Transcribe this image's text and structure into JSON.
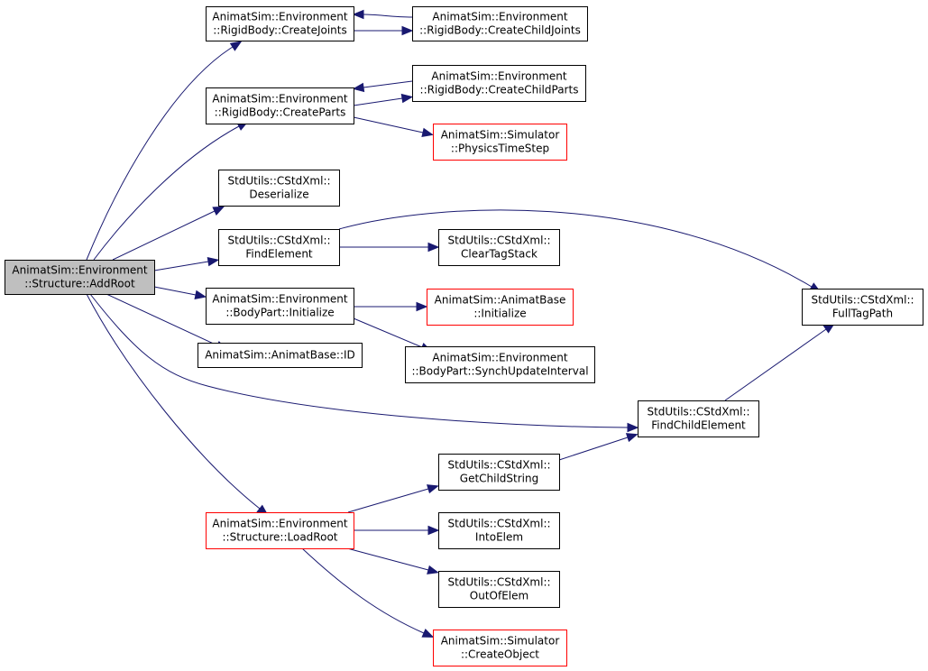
{
  "colors": {
    "edge": "#191970",
    "root_fill": "#bfbfbf",
    "default_border": "#000000",
    "truncated_border": "#ff0000",
    "node_fill": "#ffffff"
  },
  "nodes": [
    {
      "id": "addroot",
      "lines": [
        "AnimatSim::Environment",
        "::Structure::AddRoot"
      ],
      "style": "root"
    },
    {
      "id": "createjoints",
      "lines": [
        "AnimatSim::Environment",
        "::RigidBody::CreateJoints"
      ],
      "style": "normal"
    },
    {
      "id": "createchildjoints",
      "lines": [
        "AnimatSim::Environment",
        "::RigidBody::CreateChildJoints"
      ],
      "style": "normal"
    },
    {
      "id": "createparts",
      "lines": [
        "AnimatSim::Environment",
        "::RigidBody::CreateParts"
      ],
      "style": "normal"
    },
    {
      "id": "createchildparts",
      "lines": [
        "AnimatSim::Environment",
        "::RigidBody::CreateChildParts"
      ],
      "style": "normal"
    },
    {
      "id": "physicstimestep",
      "lines": [
        "AnimatSim::Simulator",
        "::PhysicsTimeStep"
      ],
      "style": "truncated"
    },
    {
      "id": "deserialize",
      "lines": [
        "StdUtils::CStdXml::",
        "Deserialize"
      ],
      "style": "normal"
    },
    {
      "id": "findelement",
      "lines": [
        "StdUtils::CStdXml::",
        "FindElement"
      ],
      "style": "normal"
    },
    {
      "id": "cleartagstack",
      "lines": [
        "StdUtils::CStdXml::",
        "ClearTagStack"
      ],
      "style": "normal"
    },
    {
      "id": "fulltagpath",
      "lines": [
        "StdUtils::CStdXml::",
        "FullTagPath"
      ],
      "style": "normal"
    },
    {
      "id": "bpinitialize",
      "lines": [
        "AnimatSim::Environment",
        "::BodyPart::Initialize"
      ],
      "style": "normal"
    },
    {
      "id": "abinitialize",
      "lines": [
        "AnimatSim::AnimatBase",
        "::Initialize"
      ],
      "style": "truncated"
    },
    {
      "id": "synchupdate",
      "lines": [
        "AnimatSim::Environment",
        "::BodyPart::SynchUpdateInterval"
      ],
      "style": "normal"
    },
    {
      "id": "id",
      "lines": [
        "AnimatSim::AnimatBase::ID"
      ],
      "style": "normal"
    },
    {
      "id": "findchildelement",
      "lines": [
        "StdUtils::CStdXml::",
        "FindChildElement"
      ],
      "style": "normal"
    },
    {
      "id": "getchildstring",
      "lines": [
        "StdUtils::CStdXml::",
        "GetChildString"
      ],
      "style": "normal"
    },
    {
      "id": "loadroot",
      "lines": [
        "AnimatSim::Environment",
        "::Structure::LoadRoot"
      ],
      "style": "truncated"
    },
    {
      "id": "intoelem",
      "lines": [
        "StdUtils::CStdXml::",
        "IntoElem"
      ],
      "style": "normal"
    },
    {
      "id": "outofelem",
      "lines": [
        "StdUtils::CStdXml::",
        "OutOfElem"
      ],
      "style": "normal"
    },
    {
      "id": "createobject",
      "lines": [
        "AnimatSim::Simulator",
        "::CreateObject"
      ],
      "style": "truncated"
    }
  ],
  "edges": [
    {
      "from": "addroot",
      "to": "createjoints"
    },
    {
      "from": "createjoints",
      "to": "createchildjoints"
    },
    {
      "from": "createchildjoints",
      "to": "createjoints"
    },
    {
      "from": "addroot",
      "to": "createparts"
    },
    {
      "from": "createparts",
      "to": "createchildparts"
    },
    {
      "from": "createchildparts",
      "to": "createparts"
    },
    {
      "from": "createparts",
      "to": "physicstimestep"
    },
    {
      "from": "addroot",
      "to": "deserialize"
    },
    {
      "from": "addroot",
      "to": "findelement"
    },
    {
      "from": "findelement",
      "to": "cleartagstack"
    },
    {
      "from": "findelement",
      "to": "fulltagpath"
    },
    {
      "from": "addroot",
      "to": "bpinitialize"
    },
    {
      "from": "bpinitialize",
      "to": "abinitialize"
    },
    {
      "from": "bpinitialize",
      "to": "synchupdate"
    },
    {
      "from": "addroot",
      "to": "id"
    },
    {
      "from": "addroot",
      "to": "findchildelement"
    },
    {
      "from": "findchildelement",
      "to": "fulltagpath"
    },
    {
      "from": "addroot",
      "to": "loadroot"
    },
    {
      "from": "loadroot",
      "to": "getchildstring"
    },
    {
      "from": "getchildstring",
      "to": "findchildelement"
    },
    {
      "from": "loadroot",
      "to": "intoelem"
    },
    {
      "from": "loadroot",
      "to": "outofelem"
    },
    {
      "from": "loadroot",
      "to": "createobject"
    }
  ]
}
